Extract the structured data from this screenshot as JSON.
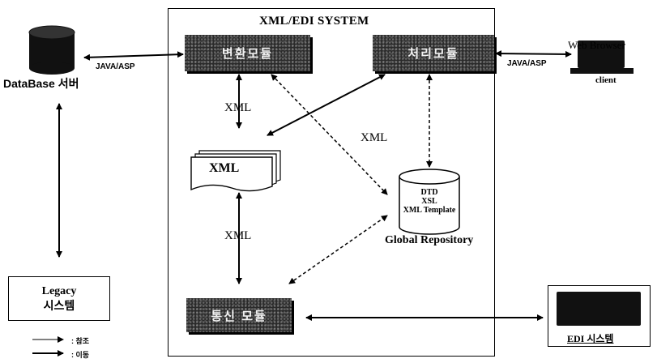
{
  "system": {
    "title": "XML/EDI SYSTEM"
  },
  "modules": {
    "left": "변환모듈",
    "right": "처리모듈",
    "bottom": "통신 모듈"
  },
  "database": {
    "label": "DataBase 서버"
  },
  "legacy": {
    "line1": "Legacy",
    "line2": "시스템"
  },
  "client": {
    "browser": "Web Browser",
    "label": "client"
  },
  "edi": {
    "label": "EDI 시스템"
  },
  "xml_doc": {
    "label": "XML"
  },
  "repository": {
    "contents": [
      "DTD",
      "XSL",
      "XML Template"
    ],
    "label": "Global Repository"
  },
  "connections": {
    "db_to_module": "JAVA/ASP",
    "module_to_client": "JAVA/ASP",
    "xml_upper": "XML",
    "xml_middle": "XML",
    "xml_lower": "XML"
  },
  "legend": {
    "reference": ": 참조",
    "move": ": 이동"
  },
  "colors": {
    "module_fill": "#2a2a2a",
    "line": "#000000"
  }
}
